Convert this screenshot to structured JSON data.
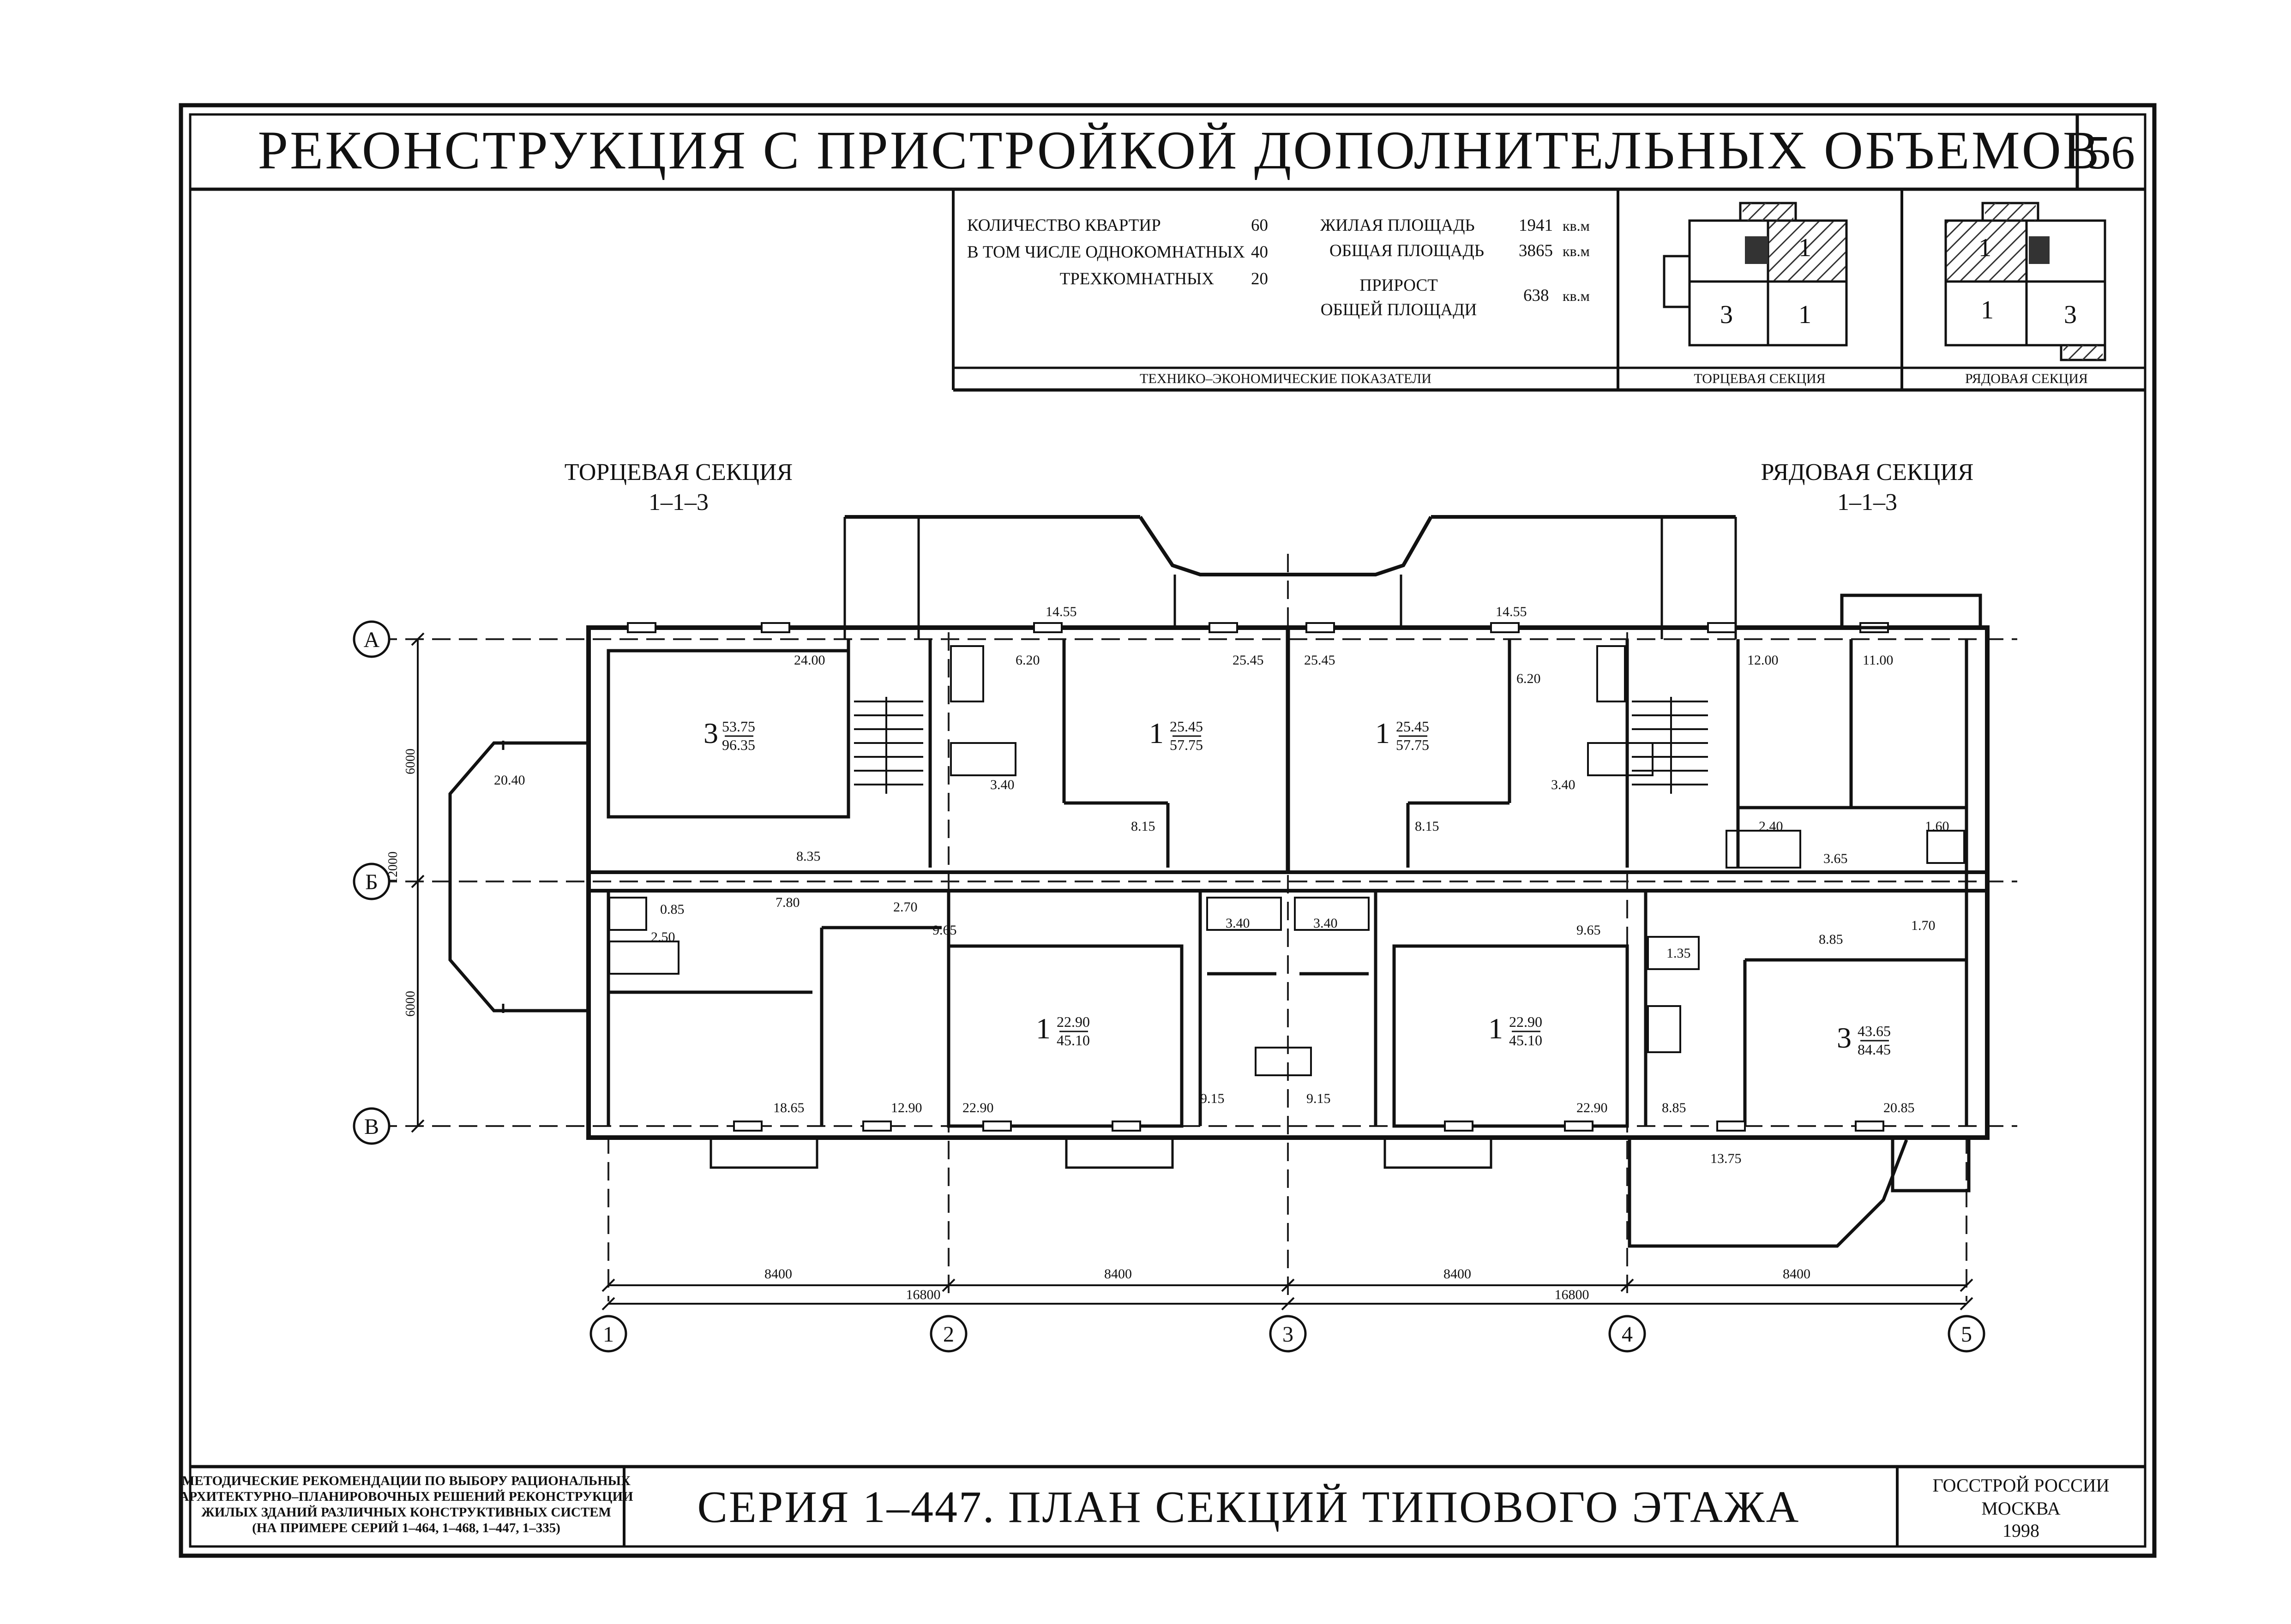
{
  "header": {
    "title": "РЕКОНСТРУКЦИЯ С ПРИСТРОЙКОЙ ДОПОЛНИТЕЛЬНЫХ ОБЪЕМОВ",
    "sheet_number": "56"
  },
  "indicators": {
    "rows": [
      {
        "label": "КОЛИЧЕСТВО КВАРТИР",
        "value": "60"
      },
      {
        "label": "В ТОМ ЧИСЛЕ ОДНОКОМНАТНЫХ",
        "value": "40"
      },
      {
        "label": "ТРЕХКОМНАТНЫХ",
        "value": "20"
      }
    ],
    "areas": [
      {
        "label": "ЖИЛАЯ ПЛОЩАДЬ",
        "value": "1941",
        "unit": "кв.м"
      },
      {
        "label": "ОБЩАЯ ПЛОЩАДЬ",
        "value": "3865",
        "unit": "кв.м"
      },
      {
        "label": "ПРИРОСТ",
        "label2": "ОБЩЕЙ ПЛОЩАДИ",
        "value": "638",
        "unit": "кв.м"
      }
    ],
    "caption": "ТЕХНИКО–ЭКОНОМИЧЕСКИЕ ПОКАЗАТЕЛИ"
  },
  "key_end": {
    "caption": "ТОРЦЕВАЯ СЕКЦИЯ",
    "cells": [
      "1",
      "3",
      "1"
    ]
  },
  "key_row": {
    "caption": "РЯДОВАЯ СЕКЦИЯ",
    "cells": [
      "1",
      "1",
      "3"
    ]
  },
  "plan": {
    "section_left": {
      "title": "ТОРЦЕВАЯ СЕКЦИЯ",
      "code": "1–1–3"
    },
    "section_right": {
      "title": "РЯДОВАЯ СЕКЦИЯ",
      "code": "1–1–3"
    },
    "axes_rows": [
      "А",
      "Б",
      "В"
    ],
    "axes_cols": [
      "1",
      "2",
      "3",
      "4",
      "5"
    ],
    "dim_row": [
      "8400",
      "8400",
      "8400",
      "8400"
    ],
    "dim_total": [
      "16800",
      "16800"
    ],
    "dim_vert": [
      "6000",
      "12000",
      "6000"
    ],
    "apartments": [
      {
        "rooms": "3",
        "living": "53.75",
        "total": "96.35"
      },
      {
        "rooms": "1",
        "living": "25.45",
        "total": "57.75"
      },
      {
        "rooms": "1",
        "living": "25.45",
        "total": "57.75"
      },
      {
        "rooms": "1",
        "living": "22.90",
        "total": "45.10"
      },
      {
        "rooms": "1",
        "living": "22.90",
        "total": "45.10"
      },
      {
        "rooms": "3",
        "living": "43.65",
        "total": "84.45"
      }
    ],
    "room_areas_top": [
      "24.00",
      "20.40",
      "14.55",
      "6.20",
      "25.45",
      "25.45",
      "14.55",
      "6.20",
      "12.00",
      "11.00",
      "3.40",
      "3.40",
      "8.15",
      "8.15",
      "8.35",
      "2.40",
      "3.65",
      "1.60"
    ],
    "room_areas_bottom": [
      "7.80",
      "0.85",
      "2.50",
      "2.70",
      "9.65",
      "3.40",
      "3.40",
      "9.65",
      "1.35",
      "8.85",
      "1.70",
      "18.65",
      "12.90",
      "22.90",
      "9.15",
      "9.15",
      "22.90",
      "8.85",
      "20.85",
      "13.75"
    ]
  },
  "footer": {
    "note_lines": [
      "МЕТОДИЧЕСКИЕ РЕКОМЕНДАЦИИ ПО ВЫБОРУ РАЦИОНАЛЬНЫХ",
      "АРХИТЕКТУРНО–ПЛАНИРОВОЧНЫХ РЕШЕНИЙ РЕКОНСТРУКЦИИ",
      "ЖИЛЫХ ЗДАНИЙ РАЗЛИЧНЫХ КОНСТРУКТИВНЫХ СИСТЕМ",
      "(НА ПРИМЕРЕ СЕРИЙ 1–464, 1–468, 1–447, 1–335)"
    ],
    "title": "СЕРИЯ 1–447. ПЛАН СЕКЦИЙ ТИПОВОГО ЭТАЖА",
    "org": [
      "ГОССТРОЙ РОССИИ",
      "МОСКВА",
      "1998"
    ]
  }
}
